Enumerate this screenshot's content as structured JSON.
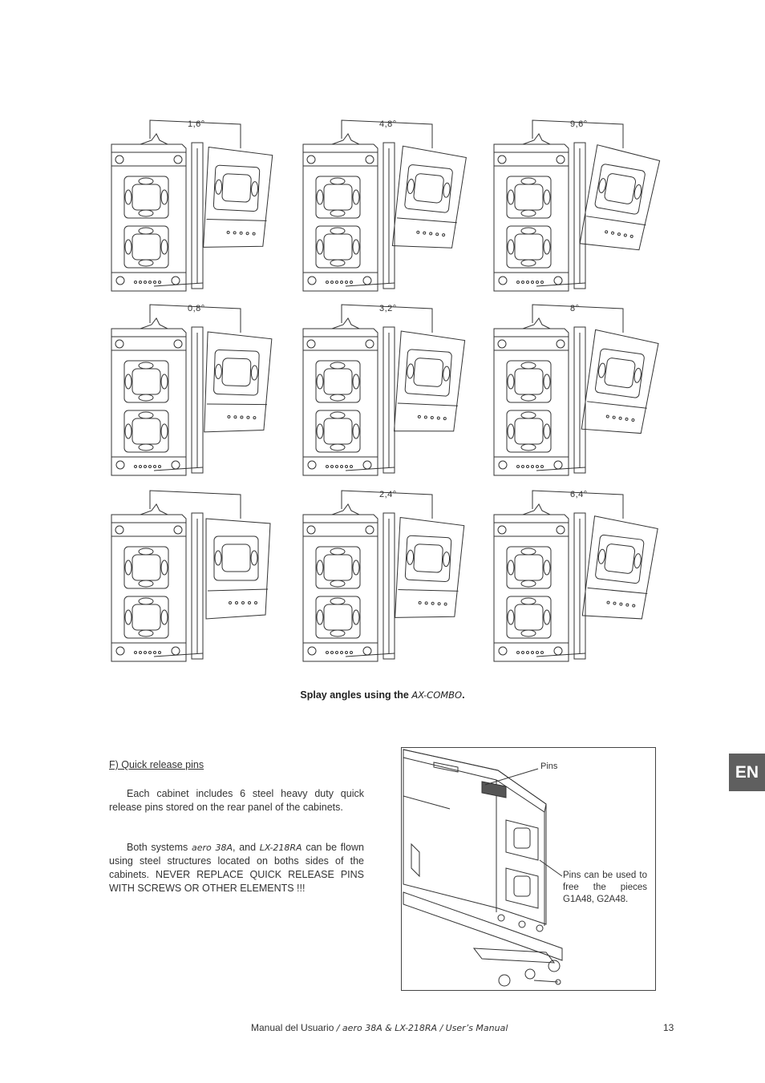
{
  "figure": {
    "angles": [
      "1,6°",
      "4,8°",
      "9,6°",
      "0,8°",
      "3,2°",
      "8°",
      "",
      "2,4°",
      "6,4°"
    ],
    "caption_bold": "Splay angles using the",
    "caption_italic": "AX-COMBO",
    "caption_end": "."
  },
  "section": {
    "heading": "F) Quick release pins",
    "para1": "Each cabinet includes 6 steel heavy duty quick release pins stored on the rear panel of the cabinets.",
    "para2_a": "Both systems",
    "para2_b": "aero 38A",
    "para2_c": ", and",
    "para2_d": "LX-218RA",
    "para2_e": "can be flown using steel structures located on boths sides of the cabinets. NEVER REPLACE QUICK RELEASE PINS WITH SCREWS OR OTHER ELEMENTS !!!"
  },
  "inset": {
    "pins_label": "Pins",
    "note": "Pins can be used to free the pieces G1A48, G2A48."
  },
  "tab": {
    "label": "EN"
  },
  "footer": {
    "left_a": "Manual del Usuario",
    "left_b": "/ aero 38A & LX-218RA /",
    "left_c": "User’s Manual",
    "page": "13"
  }
}
